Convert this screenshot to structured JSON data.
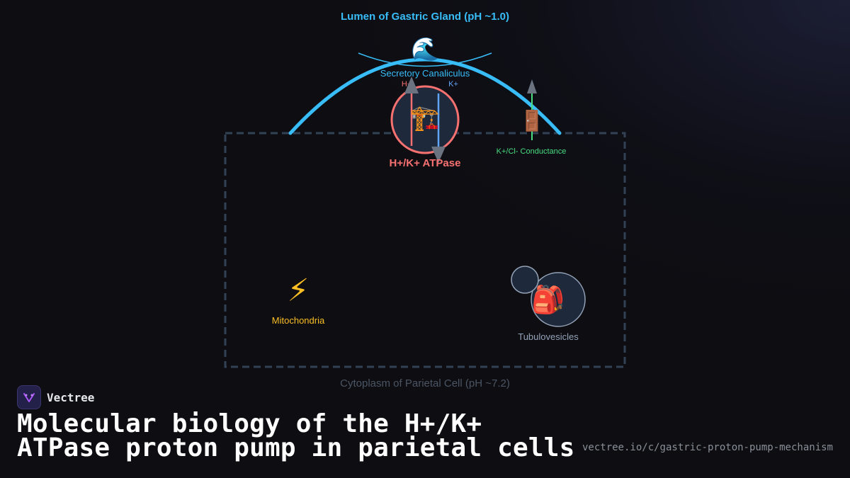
{
  "diagram": {
    "lumen_label": "Lumen of Gastric Gland (pH ~1.0)",
    "canaliculus": {
      "label": "Secretory Canaliculus",
      "icon": "wave-icon",
      "glyph": "🌊"
    },
    "pump": {
      "label": "H+/K+ ATPase",
      "icon": "crane-icon",
      "glyph": "🏗️",
      "h_label": "H+",
      "k_label": "K+"
    },
    "channel": {
      "label": "K+/Cl- Conductance",
      "icon": "door-icon",
      "glyph": "🚪"
    },
    "mitochondria": {
      "label": "Mitochondria",
      "icon": "lightning-icon",
      "glyph": "⚡"
    },
    "tubulovesicles": {
      "label": "Tubulovesicles",
      "icon": "backpack-icon",
      "glyph": "🎒"
    },
    "cytoplasm_label": "Cytoplasm of Parietal Cell (pH ~7.2)"
  },
  "colors": {
    "lumen_blue": "#38bdf8",
    "pump_red": "#f87171",
    "channel_green": "#4ade80",
    "mito_amber": "#fbbf24",
    "vesicle_gray": "#94a3b8",
    "cell_border": "#334155"
  },
  "footer": {
    "brand": "Vectree",
    "title": "Molecular biology of the H+/K+ ATPase proton pump in parietal cells",
    "url": "vectree.io/c/gastric-proton-pump-mechanism"
  }
}
